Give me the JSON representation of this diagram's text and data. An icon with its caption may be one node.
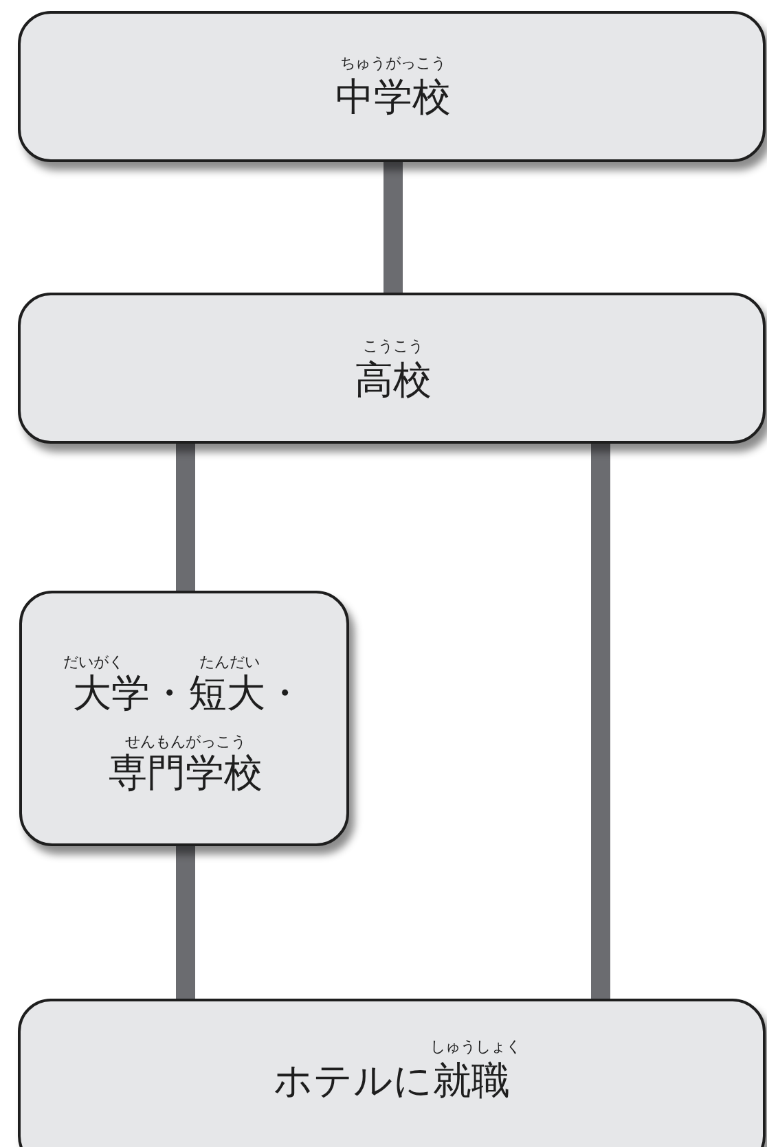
{
  "diagram": {
    "nodes": [
      {
        "text": [
          "ちゅうがっこう",
          "中学校"
        ]
      },
      {
        "text": [
          "こうこう",
          "高校"
        ]
      },
      {
        "text": [
          "だいがく",
          "たんだい",
          "大学・短大・",
          "せんもんがっこう",
          "専門学校"
        ]
      },
      {
        "text": [
          "しゅうしょく",
          "ホテルに就職"
        ]
      }
    ],
    "edges": [
      {
        "from": 0,
        "to": 1,
        "arrow": "none"
      },
      {
        "from": 1,
        "to": 2,
        "arrow": "none"
      },
      {
        "from": 2,
        "to": 3,
        "arrow": "none"
      },
      {
        "from": 1,
        "to": 3,
        "arrow": "none"
      }
    ]
  }
}
